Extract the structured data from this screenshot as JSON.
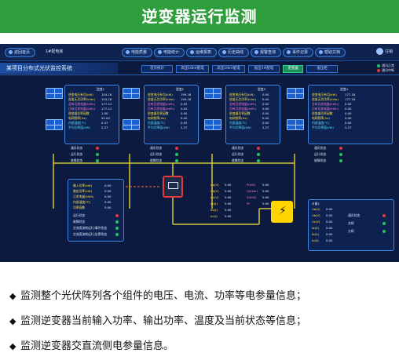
{
  "banner": {
    "title": "逆变器运行监测"
  },
  "topbar": {
    "back_label": "返回首页",
    "plant_name": "1#配电房",
    "buttons": [
      "电能质量",
      "电能统计",
      "运维报表",
      "历史曲线",
      "报警查询",
      "事件记录",
      "帮助文档"
    ],
    "user": "注销"
  },
  "titlebar": {
    "system_title": "某项目分布式光伏监控系统",
    "tabs": [
      "首页统计",
      "高压10kV配电",
      "高压10kV配电",
      "低压1#配电",
      "逆变器",
      "低压柜"
    ],
    "active_tab_index": 4
  },
  "legend": [
    {
      "label": "通讯正常",
      "color": "#21c75a"
    },
    {
      "label": "通讯中断",
      "color": "#e33a3a"
    }
  ],
  "inverters": [
    {
      "name": "逆变1",
      "rows": [
        {
          "label": "逆变电压有功(kW)",
          "value": "104.18"
        },
        {
          "label": "逆变无功功率(kVar)",
          "value": "104.18"
        },
        {
          "label": "总有功发电量(kWh)",
          "value": "177.12"
        },
        {
          "label": "日有功发电量(kWh)",
          "value": "177.12"
        },
        {
          "label": "逆变器功率因数",
          "value": "1.00"
        },
        {
          "label": "电网频率(Hz)",
          "value": "50.00"
        },
        {
          "label": "内部温度(℃)",
          "value": "0.37"
        },
        {
          "label": "平均功率值(kW)",
          "value": "2.27"
        }
      ],
      "status": [
        {
          "label": "通讯状态",
          "color": "#e33a3a"
        },
        {
          "label": "运行状态",
          "color": "#21c75a"
        },
        {
          "label": "故障状态",
          "color": "#21c75a"
        }
      ]
    },
    {
      "name": "逆变2",
      "rows": [
        {
          "label": "逆变电压有功(kW)",
          "value": "199.18"
        },
        {
          "label": "逆变无功功率(kVar)",
          "value": "199.18"
        },
        {
          "label": "总有功发电量(kWh)",
          "value": "0.03"
        },
        {
          "label": "日有功发电量(kWh)",
          "value": "0.03"
        },
        {
          "label": "逆变器功率因数",
          "value": "0.00"
        },
        {
          "label": "电网频率(Hz)",
          "value": "0.00"
        },
        {
          "label": "内部温度(℃)",
          "value": "0.03"
        },
        {
          "label": "平均功率值(kW)",
          "value": "2.27"
        }
      ],
      "status": [
        {
          "label": "通讯状态",
          "color": "#e33a3a"
        },
        {
          "label": "运行状态",
          "color": "#21c75a"
        },
        {
          "label": "故障状态",
          "color": "#21c75a"
        }
      ]
    },
    {
      "name": "逆变3",
      "rows": [
        {
          "label": "逆变电压有功(kW)",
          "value": "0.00"
        },
        {
          "label": "逆变无功功率(kVar)",
          "value": "0.00"
        },
        {
          "label": "总有功发电量(kWh)",
          "value": "0.00"
        },
        {
          "label": "日有功发电量(kWh)",
          "value": "0.00"
        },
        {
          "label": "逆变器功率因数",
          "value": "0.00"
        },
        {
          "label": "电网频率(Hz)",
          "value": "0.00"
        },
        {
          "label": "内部温度(℃)",
          "value": "0.00"
        },
        {
          "label": "平均功率值(kW)",
          "value": "2.27"
        }
      ],
      "status": [
        {
          "label": "通讯状态",
          "color": "#e33a3a"
        },
        {
          "label": "运行状态",
          "color": "#21c75a"
        },
        {
          "label": "故障状态",
          "color": "#21c75a"
        }
      ]
    },
    {
      "name": "逆变4",
      "rows": [
        {
          "label": "逆变电压有功(kW)",
          "value": "177.18"
        },
        {
          "label": "逆变无功功率(kVar)",
          "value": "177.18"
        },
        {
          "label": "总有功发电量(kWh)",
          "value": "0.00"
        },
        {
          "label": "日有功发电量(kWh)",
          "value": "0.00"
        },
        {
          "label": "逆变器功率因数",
          "value": "0.00"
        },
        {
          "label": "电网频率(Hz)",
          "value": "0.00"
        },
        {
          "label": "内部温度(℃)",
          "value": "0.00"
        },
        {
          "label": "平均功率值(kW)",
          "value": "2.27"
        }
      ],
      "status": [
        {
          "label": "通讯状态",
          "color": "#e33a3a"
        },
        {
          "label": "运行状态",
          "color": "#21c75a"
        },
        {
          "label": "故障状态",
          "color": "#21c75a"
        }
      ]
    }
  ],
  "detail_card": {
    "rows": [
      {
        "label": "输入功率(kW)",
        "value": "0.00"
      },
      {
        "label": "输出功率(kW)",
        "value": "0.00"
      },
      {
        "label": "日发电量(kWh)",
        "value": "0.00"
      },
      {
        "label": "内部温度(℃)",
        "value": "0.00"
      },
      {
        "label": "功率因数",
        "value": "0.00"
      }
    ],
    "status": [
      {
        "label": "运行状态",
        "color": "#e33a3a"
      },
      {
        "label": "故障状态",
        "color": "#21c75a"
      },
      {
        "label": "交流直流侧运行/事件状态",
        "color": "#21c75a"
      },
      {
        "label": "交流直流侧运行/告警状态",
        "color": "#21c75a"
      }
    ]
  },
  "ac_params": {
    "rows": [
      {
        "label": "Ua(V)",
        "value": "0.00"
      },
      {
        "label": "Ub(V)",
        "value": "0.00"
      },
      {
        "label": "Uc(V)",
        "value": "0.00"
      },
      {
        "label": "Ia(A)",
        "value": "0.00"
      },
      {
        "label": "Ib(A)",
        "value": "0.00"
      },
      {
        "label": "Ic(A)",
        "value": "0.00"
      }
    ],
    "rows2": [
      {
        "label": "P(kW)",
        "value": "0.00"
      },
      {
        "label": "Q(kVar)",
        "value": "0.00"
      },
      {
        "label": "S(kVA)",
        "value": "0.00"
      },
      {
        "label": "PF",
        "value": "0.00"
      }
    ]
  },
  "meter_card": {
    "name": "计量1",
    "rows": [
      {
        "label": "Ua(V)",
        "value": "0.00"
      },
      {
        "label": "Ub(V)",
        "value": "0.00"
      },
      {
        "label": "Uc(V)",
        "value": "0.00"
      },
      {
        "label": "Ia(A)",
        "value": "0.00"
      },
      {
        "label": "Ib(A)",
        "value": "0.00"
      },
      {
        "label": "Ic(A)",
        "value": "0.00"
      }
    ],
    "status": [
      {
        "label": "通讯状态",
        "color": "#e33a3a"
      },
      {
        "label": "合闸",
        "color": "#21c75a"
      },
      {
        "label": "分闸",
        "color": "#21c75a"
      }
    ]
  },
  "bullets": [
    "监测整个光伏阵列各个组件的电压、电流、功率等电参量信息；",
    "监测逆变器当前输入功率、输出功率、温度及当前状态等信息；",
    "监测逆变器交直流侧电参量信息。"
  ]
}
